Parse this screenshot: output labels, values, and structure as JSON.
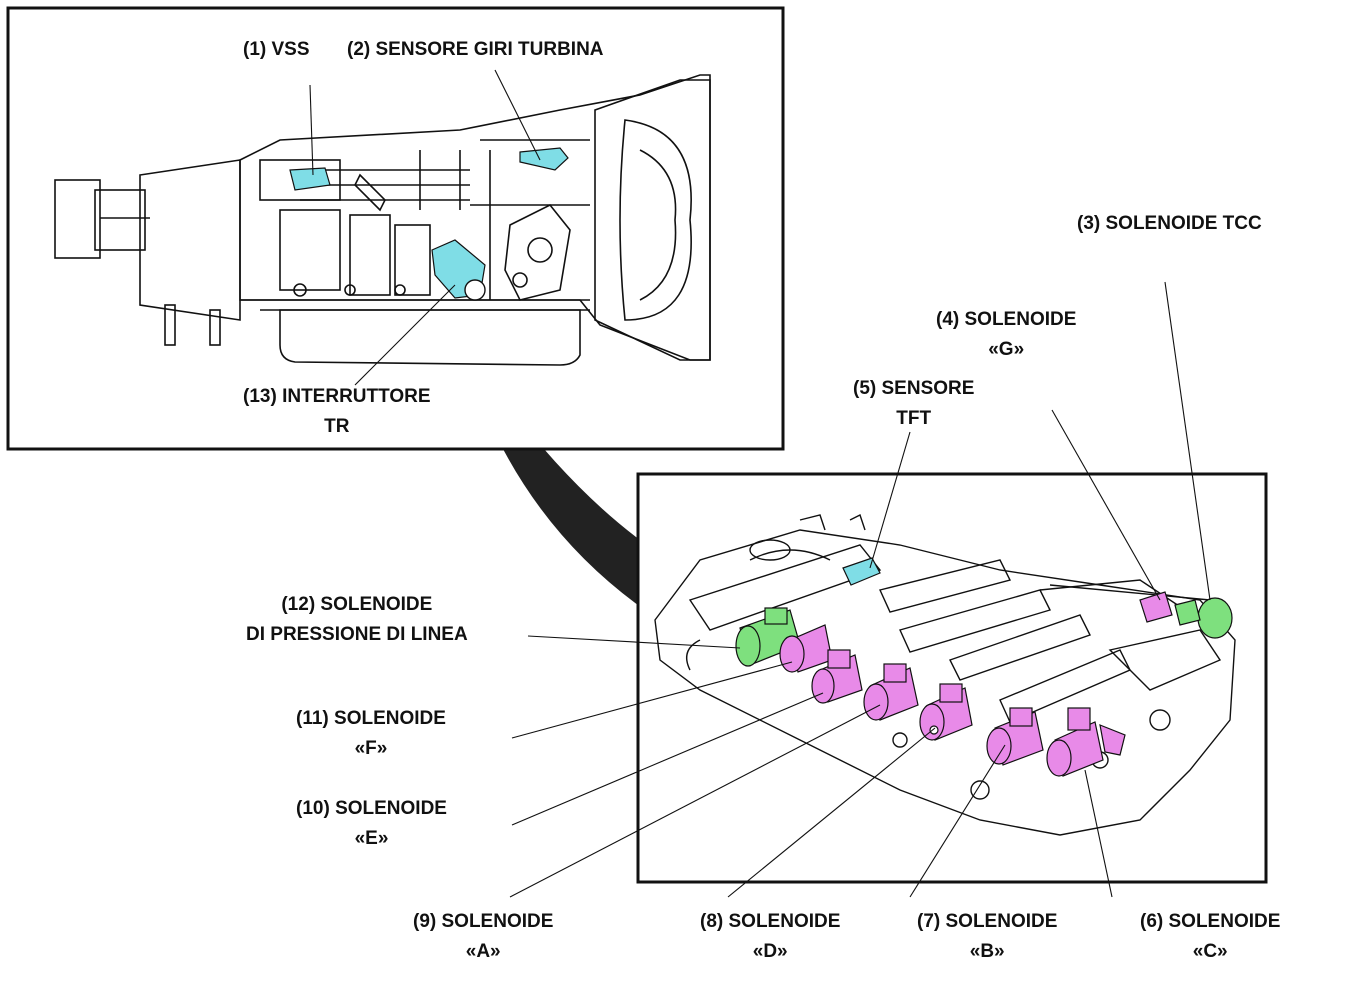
{
  "labels": {
    "vss": {
      "line1": "(1) VSS"
    },
    "turbine": {
      "line1": "(2) SENSORE GIRI TURBINA"
    },
    "tcc": {
      "line1": "(3) SOLENOIDE TCC"
    },
    "sol_g": {
      "line1": "(4) SOLENOIDE",
      "line2": "«G»"
    },
    "tft": {
      "line1": "(5) SENSORE",
      "line2": "TFT"
    },
    "sol_c": {
      "line1": "(6) SOLENOIDE",
      "line2": "«C»"
    },
    "sol_b": {
      "line1": "(7) SOLENOIDE",
      "line2": "«B»"
    },
    "sol_d": {
      "line1": "(8) SOLENOIDE",
      "line2": "«D»"
    },
    "sol_a": {
      "line1": "(9) SOLENOIDE",
      "line2": "«A»"
    },
    "sol_e": {
      "line1": "(10) SOLENOIDE",
      "line2": "«E»"
    },
    "sol_f": {
      "line1": "(11) SOLENOIDE",
      "line2": "«F»"
    },
    "line_pressure": {
      "line1": "(12) SOLENOIDE",
      "line2": "DI PRESSIONE DI LINEA"
    },
    "tr_switch": {
      "line1": "(13) INTERRUTTORE",
      "line2": "TR"
    }
  },
  "colors": {
    "solenoid_magenta": "#e88ae8",
    "solenoid_green": "#7ee07e",
    "sensor_cyan": "#7fdde6",
    "outline": "#111111"
  }
}
